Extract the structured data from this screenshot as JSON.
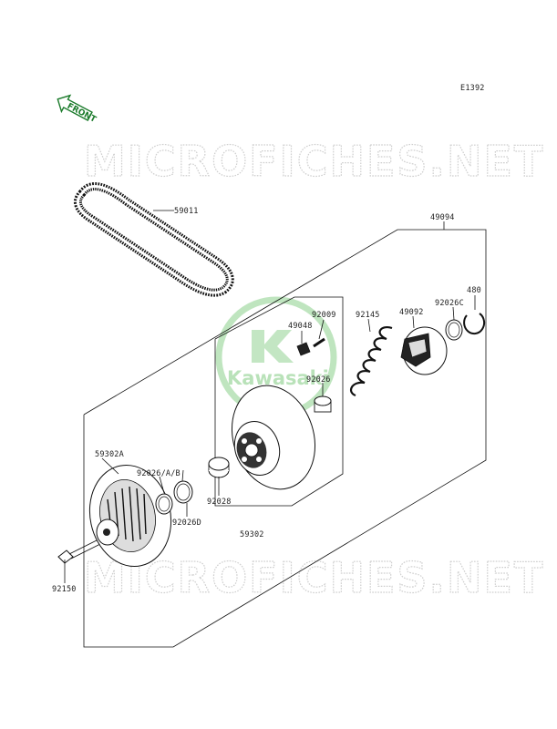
{
  "diagram": {
    "code": "E1392",
    "watermark": "MICROFICHES.NET",
    "logo_text": "Kawasaki",
    "front_label": "FRONT",
    "colors": {
      "accent": "#1a7a2a",
      "logo": "#bfe5bf",
      "watermark": "#cfcfcf"
    },
    "part_labels": {
      "p59011": "59011",
      "p49094": "49094",
      "p92009": "92009",
      "p49048": "49048",
      "p480": "480",
      "p92026c": "92026C",
      "p49092": "49092",
      "p92145": "92145",
      "p92026": "92026",
      "p59302a": "59302A",
      "p92026ab": "92026/A/B",
      "p92028": "92028",
      "p92026d": "92026D",
      "p59302": "59302",
      "p92150": "92150"
    }
  }
}
